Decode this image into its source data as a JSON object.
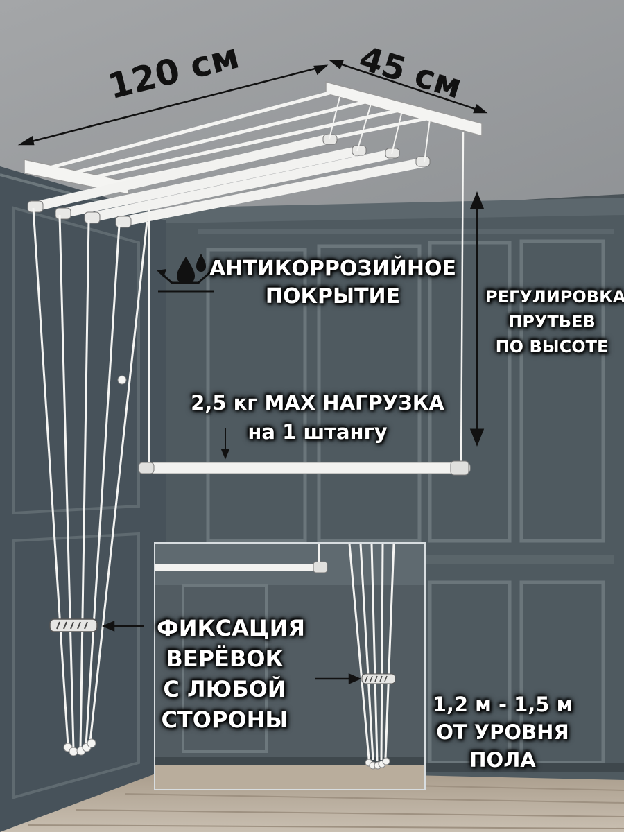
{
  "dimensions": {
    "length": "120 см",
    "width": "45 см"
  },
  "features": {
    "anticorrosion": "АНТИКОРРОЗИЙНОЕ ПОКРЫТИЕ",
    "anticorrosion_line1": "АНТИКОРРОЗИЙНОЕ",
    "anticorrosion_line2": "ПОКРЫТИЕ",
    "height_adjust_line1": "РЕГУЛИРОВКА",
    "height_adjust_line2": "ПРУТЬЕВ",
    "height_adjust_line3": "ПО ВЫСОТЕ",
    "load_line1": "2,5 кг MAX НАГРУЗКА",
    "load_line2": "на 1 штангу",
    "fix_line1": "ФИКСАЦИЯ",
    "fix_line2": "ВЕРЁВОК",
    "fix_line3": "С ЛЮБОЙ",
    "fix_line4": "СТОРОНЫ",
    "mount_line1": "1,2 м - 1,5 м",
    "mount_line2": "ОТ УРОВНЯ",
    "mount_line3": "ПОЛА"
  },
  "colors": {
    "ceiling": "#9a9c9e",
    "wall": "#4e585d",
    "panel_line": "#6a757a",
    "floor": "#b7aa98",
    "dryer_white": "#f2f2f0"
  },
  "icons": {
    "water_drops": "water-drops-icon"
  }
}
